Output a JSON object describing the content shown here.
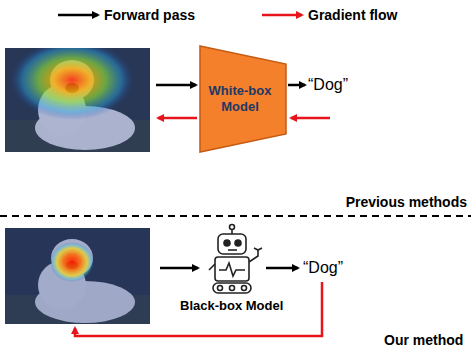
{
  "diagram": {
    "nodes": [
      {
        "text": [
          "White-box Model"
        ]
      },
      {
        "text": [
          "Black-box Model"
        ]
      }
    ],
    "labels": [
      "“Dog”",
      "Previous methods",
      "“Dog”",
      "Our method"
    ],
    "legend": [
      {
        "text": "Forward pass"
      },
      {
        "text": "Gradient flow"
      }
    ]
  }
}
